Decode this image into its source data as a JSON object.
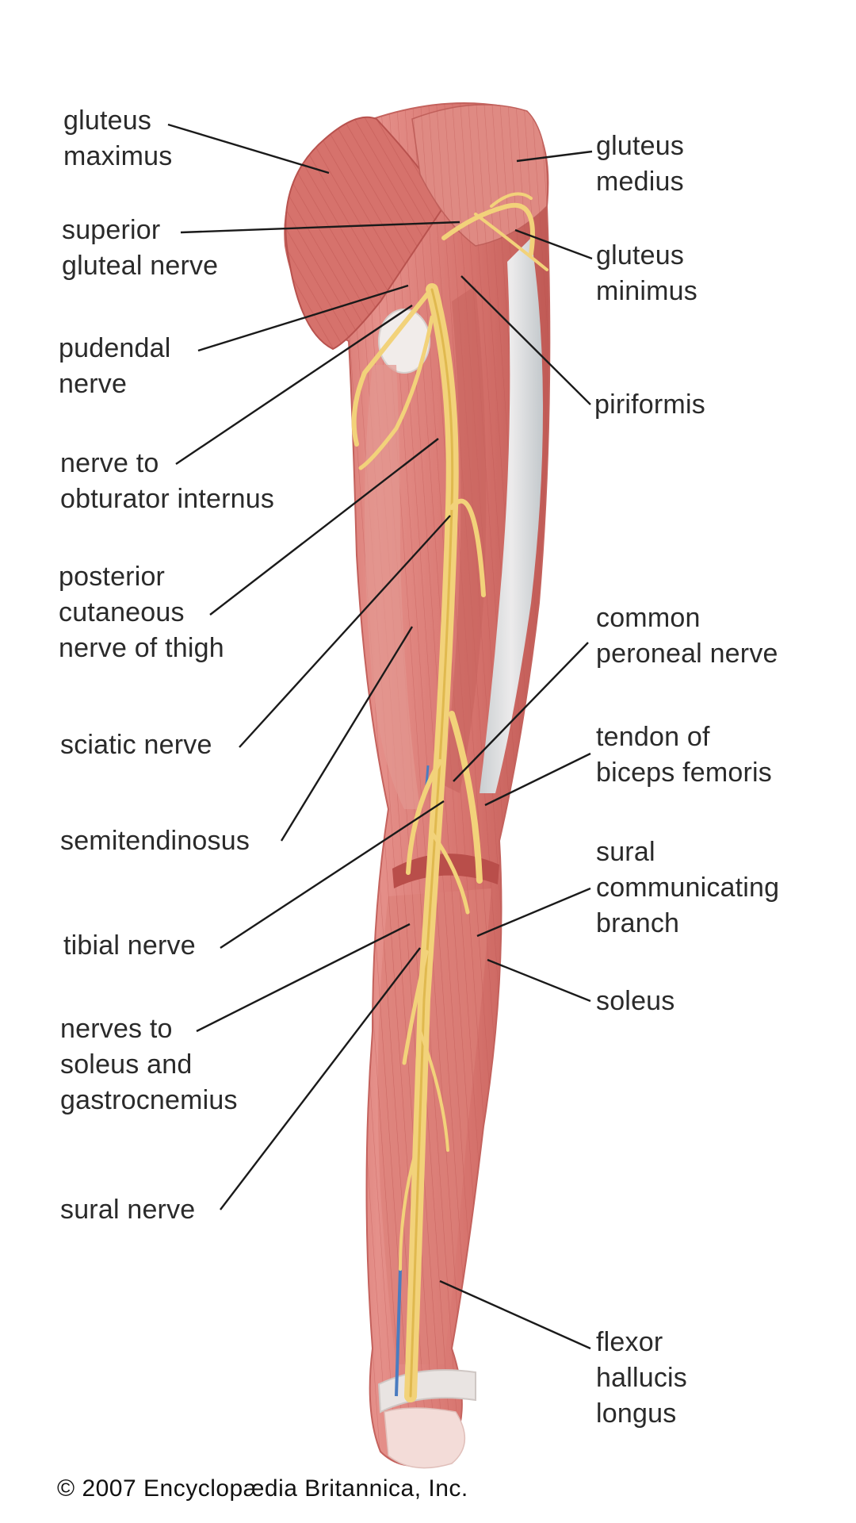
{
  "labels": {
    "gluteus_maximus": "gluteus\nmaximus",
    "superior_gluteal_nerve": "superior\ngluteal nerve",
    "pudendal_nerve": "pudendal\nnerve",
    "nerve_to_obturator_internus": "nerve to\nobturator internus",
    "posterior_cutaneous_nerve": "posterior\ncutaneous\nnerve of thigh",
    "sciatic_nerve": "sciatic nerve",
    "semitendinosus": "semitendinosus",
    "tibial_nerve": "tibial nerve",
    "nerves_to_soleus": "nerves to\nsoleus and\ngastrocnemius",
    "sural_nerve": "sural nerve",
    "gluteus_medius": "gluteus\nmedius",
    "gluteus_minimus": "gluteus\nminimus",
    "piriformis": "piriformis",
    "common_peroneal_nerve": "common\nperoneal nerve",
    "tendon_biceps_femoris": "tendon of\nbiceps femoris",
    "sural_communicating_branch": "sural\ncommunicating\nbranch",
    "soleus": "soleus",
    "flexor_hallucis_longus": "flexor\nhallucis\nlongus"
  },
  "copyright": "© 2007 Encyclopædia Britannica, Inc.",
  "colors": {
    "muscle": "#d9766f",
    "muscle_dark": "#b8524e",
    "muscle_light": "#eaa49c",
    "nerve": "#f2d27a",
    "tendon": "#dfe6e8",
    "leader_line": "#1a1a1a"
  }
}
